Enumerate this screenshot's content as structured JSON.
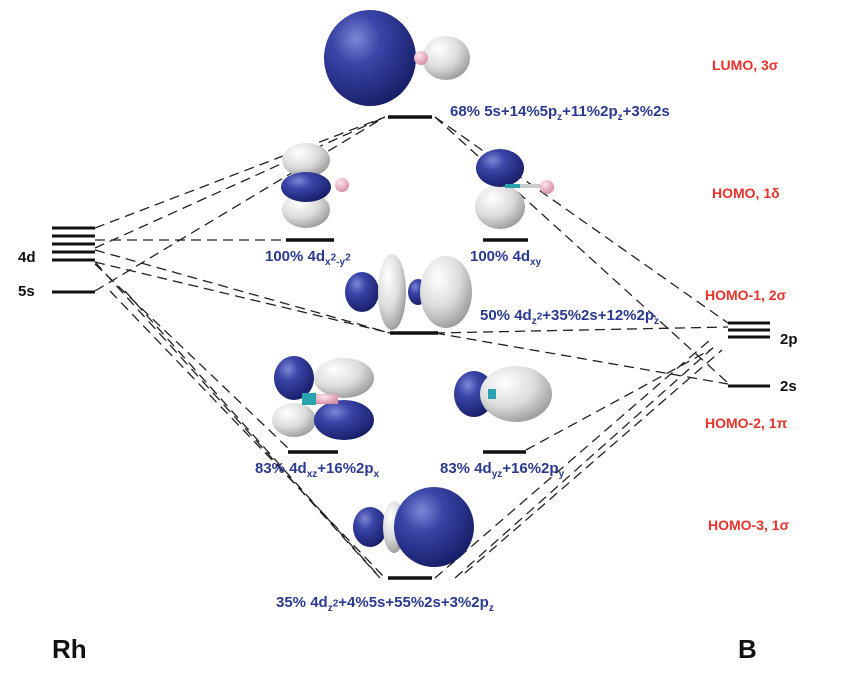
{
  "atoms": {
    "left": "Rh",
    "right": "B"
  },
  "rh_levels": {
    "d": "4d",
    "s": "5s"
  },
  "b_levels": {
    "p": "2p",
    "s": "2s"
  },
  "mo_names": {
    "lumo": "LUMO, 3σ",
    "homo": "HOMO, 1δ",
    "homo1": "HOMO-1, 2σ",
    "homo2": "HOMO-2, 1π",
    "homo3": "HOMO-3, 1σ"
  },
  "compositions": {
    "lumo": [
      "68% 5s+14%5p",
      "z",
      "+11%2p",
      "z",
      "+3%2s"
    ],
    "dx2y2": [
      "100% 4d",
      "x",
      "2",
      "-y",
      "2"
    ],
    "dxy": [
      "100% 4d",
      "xy"
    ],
    "homo1": [
      "50% 4d",
      "z",
      "2",
      "+35%2s+12%2p",
      "z"
    ],
    "dxz": [
      "83% 4d",
      "xz",
      "+16%2p",
      "x"
    ],
    "dyz": [
      "83% 4d",
      "yz",
      "+16%2p",
      "y"
    ],
    "homo3": [
      "35% 4d",
      "z",
      "2",
      "+4%5s+55%2s+3%2p",
      "z"
    ]
  },
  "colors": {
    "orbital_blue": "#2b3a8f",
    "mo_label": "#e8322b",
    "lobe_white": "#e4e4e4",
    "boron": "#f2b8c6",
    "rh_atom": "#2aa3b0"
  }
}
